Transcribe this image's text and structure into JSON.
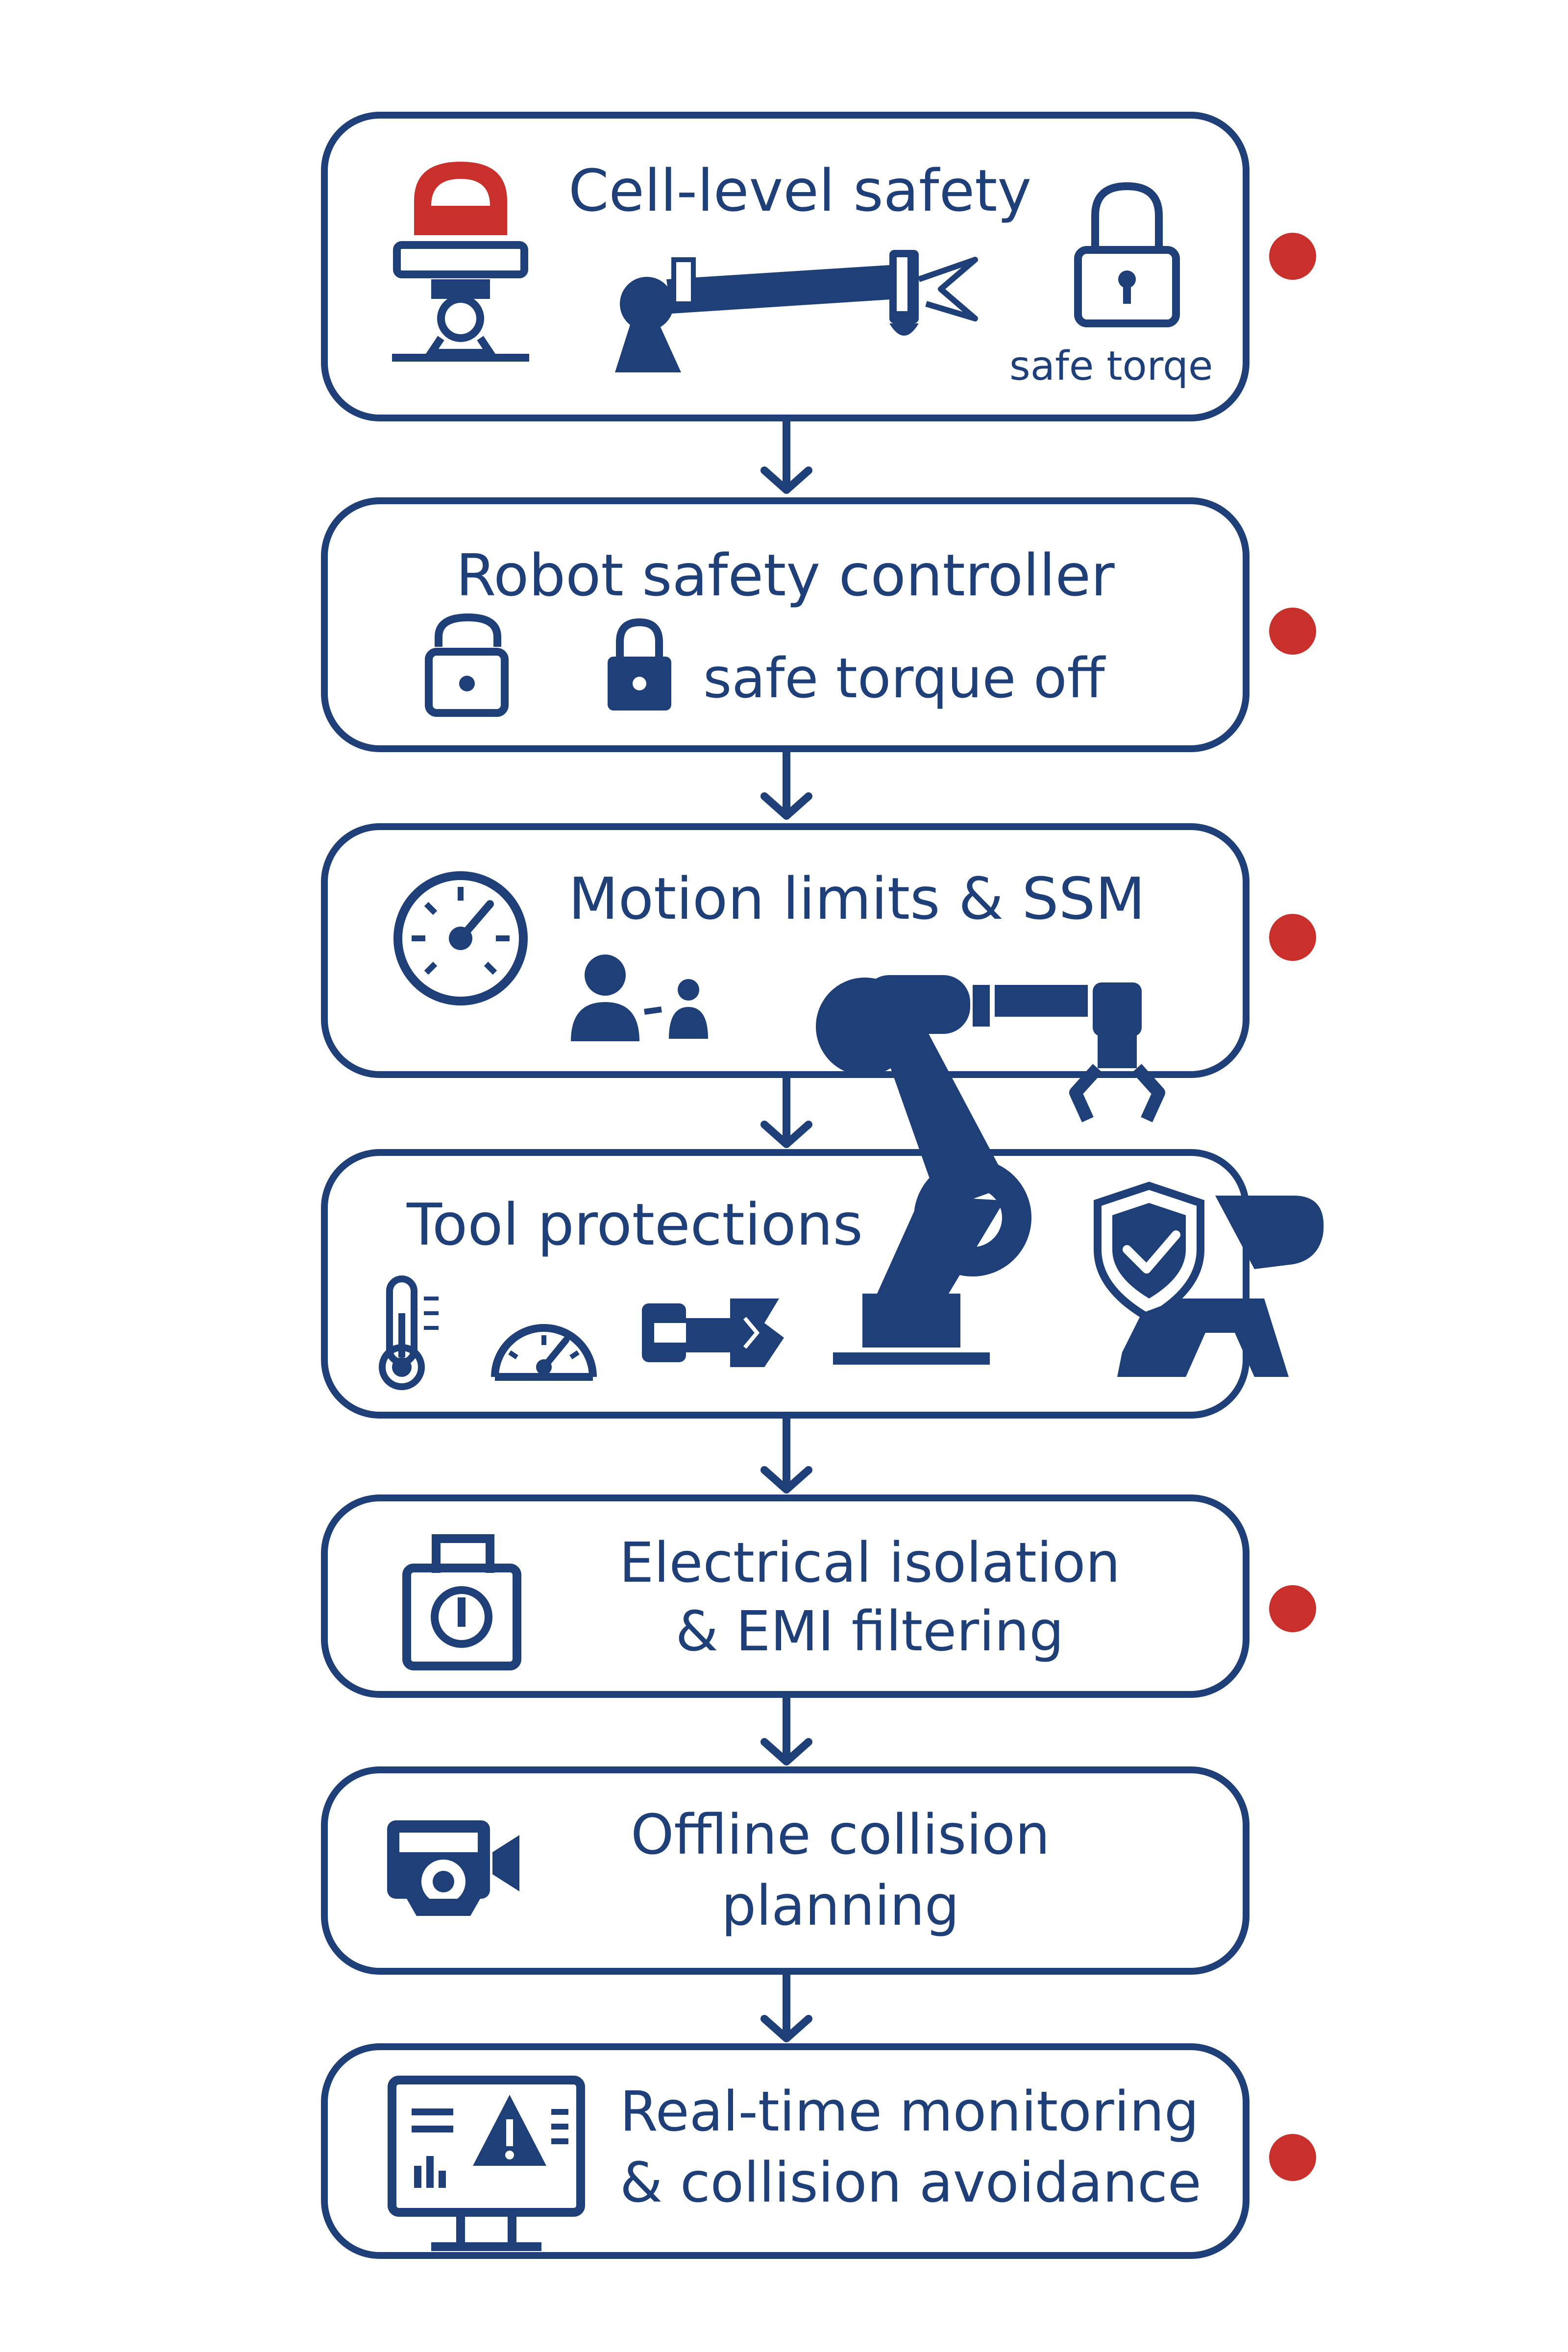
{
  "colors": {
    "primary": "#1e3f78",
    "accent": "#c9302c",
    "background": "#ffffff"
  },
  "layers": [
    {
      "id": "cell",
      "title": "Cell-level safety",
      "sublabel": "safe torqe",
      "icons": [
        "beacon-light-icon",
        "robot-arm-icon",
        "padlock-icon"
      ],
      "status_dot": true
    },
    {
      "id": "controller",
      "title": "Robot safety controller",
      "sublabel": "safe torque off",
      "icons": [
        "padlock-open-icon",
        "padlock-closed-icon"
      ],
      "status_dot": true
    },
    {
      "id": "motion",
      "title": "Motion limits & SSM",
      "icons": [
        "speedometer-icon",
        "person-distance-icon",
        "collaborative-robot-icon"
      ],
      "status_dot": true
    },
    {
      "id": "tool",
      "title": "Tool protections",
      "icons": [
        "thermometer-icon",
        "gauge-icon",
        "broken-tool-icon",
        "shield-check-icon"
      ],
      "status_dot": false
    },
    {
      "id": "electrical",
      "title_line1": "Electrical isolation",
      "title_line2": "& EMI filtering",
      "icons": [
        "isolation-lock-icon"
      ],
      "status_dot": true
    },
    {
      "id": "offline",
      "title_line1": "Offline collision",
      "title_line2": "planning",
      "icons": [
        "camera-icon"
      ],
      "status_dot": false
    },
    {
      "id": "realtime",
      "title_line1": "Real-time monitoring",
      "title_line2": "& collision avoidance",
      "icons": [
        "monitor-warning-icon"
      ],
      "status_dot": true
    }
  ]
}
